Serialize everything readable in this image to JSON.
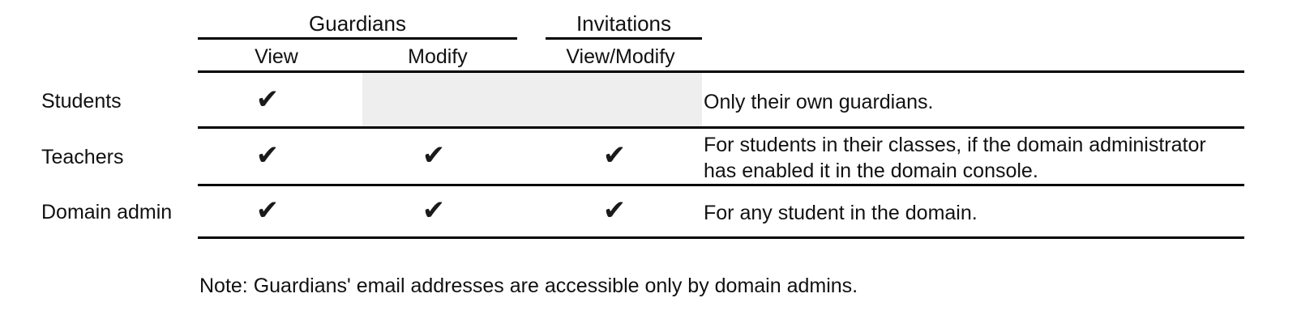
{
  "table": {
    "column_groups": [
      {
        "id": "guardians",
        "label": "Guardians"
      },
      {
        "id": "invitations",
        "label": "Invitations"
      }
    ],
    "columns": [
      {
        "id": "view",
        "label": "View",
        "group": "guardians"
      },
      {
        "id": "modify",
        "label": "Modify",
        "group": "guardians"
      },
      {
        "id": "view_modify",
        "label": "View/Modify",
        "group": "invitations"
      }
    ],
    "check_glyph": "✔",
    "shaded_color": "#eeeeee",
    "rule_color": "#000000",
    "rows": [
      {
        "id": "students",
        "label": "Students",
        "view": true,
        "modify": false,
        "modify_state": "shaded",
        "view_modify": false,
        "view_modify_state": "shaded",
        "note": "Only their own guardians."
      },
      {
        "id": "teachers",
        "label": "Teachers",
        "view": true,
        "modify": true,
        "view_modify": true,
        "note_line_1": "For students in their classes, if the domain administrator",
        "note_line_2": "has enabled it in the domain console."
      },
      {
        "id": "domain_admin",
        "label": "Domain admin",
        "view": true,
        "modify": true,
        "view_modify": true,
        "note": "For any student in the domain."
      }
    ]
  },
  "footnote": "Note: Guardians' email addresses are accessible only by domain admins."
}
